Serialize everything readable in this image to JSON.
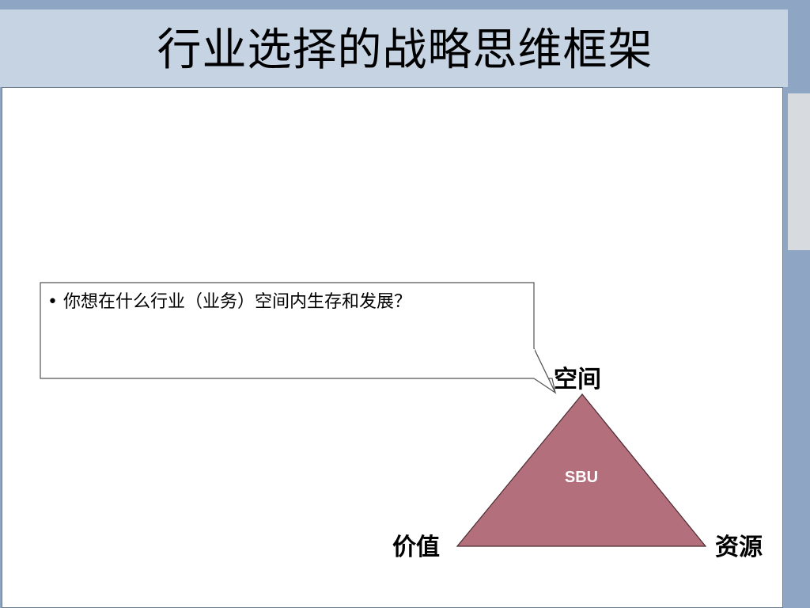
{
  "slide": {
    "title": "行业选择的战略思维框架"
  },
  "callout": {
    "bullet": "•",
    "text": "你想在什么行业（业务）空间内生存和发展？"
  },
  "triangle": {
    "top_label": "空间",
    "left_label": "价值",
    "right_label": "资源",
    "center_label": "SBU",
    "fill_color": "#b46f7d",
    "stroke_color": "#4a2a30"
  },
  "colors": {
    "background": "#8ea6c4",
    "title_band": "#c6d3e2",
    "content_bg": "#ffffff"
  }
}
